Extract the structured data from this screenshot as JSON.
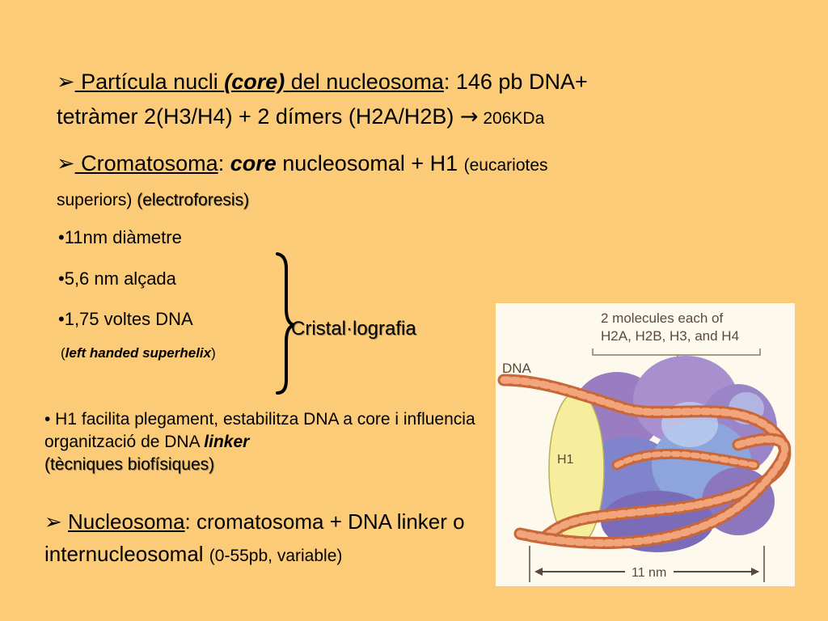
{
  "p1": {
    "bullet": "➢",
    "u1": " Partícula nucli ",
    "core_paren": "(core)",
    "u2": " del nucleosoma",
    "rest1": ": 146 pb DNA+",
    "line2": "tetràmer 2(H3/H4) + 2 dímers (H2A/H2B) ",
    "arrow": "→",
    "kda": " 206KDa"
  },
  "p2": {
    "bullet": "➢",
    "u": " Cromatosoma",
    "colon": ": ",
    "core": "core",
    "rest": " nucleosomal + H1 ",
    "euc": "(eucariotes",
    "line2": "superiors) ",
    "electro": "(electroforesis)"
  },
  "bullets": [
    "•11nm diàmetre",
    "•5,6 nm alçada",
    "•1,75 voltes DNA"
  ],
  "left_handed": {
    "open": "(",
    "text": "left handed superhelix",
    "close": ")"
  },
  "cristal": "Cristal·lografia",
  "h1_para": {
    "text": "• H1 facilita plegament, estabilitza DNA a core i influencia organització de DNA ",
    "linker": "linker",
    "tec": "(tècniques biofísiques)"
  },
  "nucleosoma": {
    "bullet": "➢ ",
    "u": "Nucleosoma",
    "rest": ": cromatosoma + DNA linker o internucleosomal ",
    "range": "(0-55pb, variable)"
  },
  "figure": {
    "caption_line1": "2 molecules each of",
    "caption_line2": "H2A, H2B, H3, and H4",
    "dna_label": "DNA",
    "h1_label": "H1",
    "scale_label": "11 nm",
    "colors": {
      "bg": "#fdf9ec",
      "label": "#5a4a3a",
      "rope": "#e08a55",
      "h1": "#f6ee9c"
    }
  }
}
